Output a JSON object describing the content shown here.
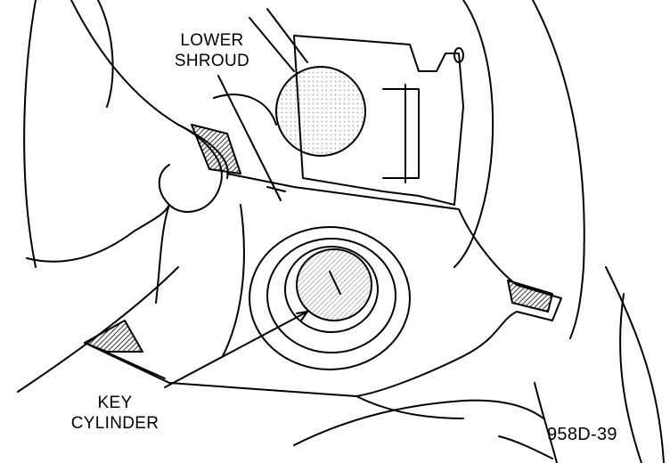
{
  "labels": {
    "lower_shroud": [
      "LOWER",
      "SHROUD"
    ],
    "key_cylinder": [
      "KEY",
      "CYLINDER"
    ]
  },
  "figure_number": "958D-39",
  "colors": {
    "ink": "#000000",
    "background": "#ffffff"
  }
}
